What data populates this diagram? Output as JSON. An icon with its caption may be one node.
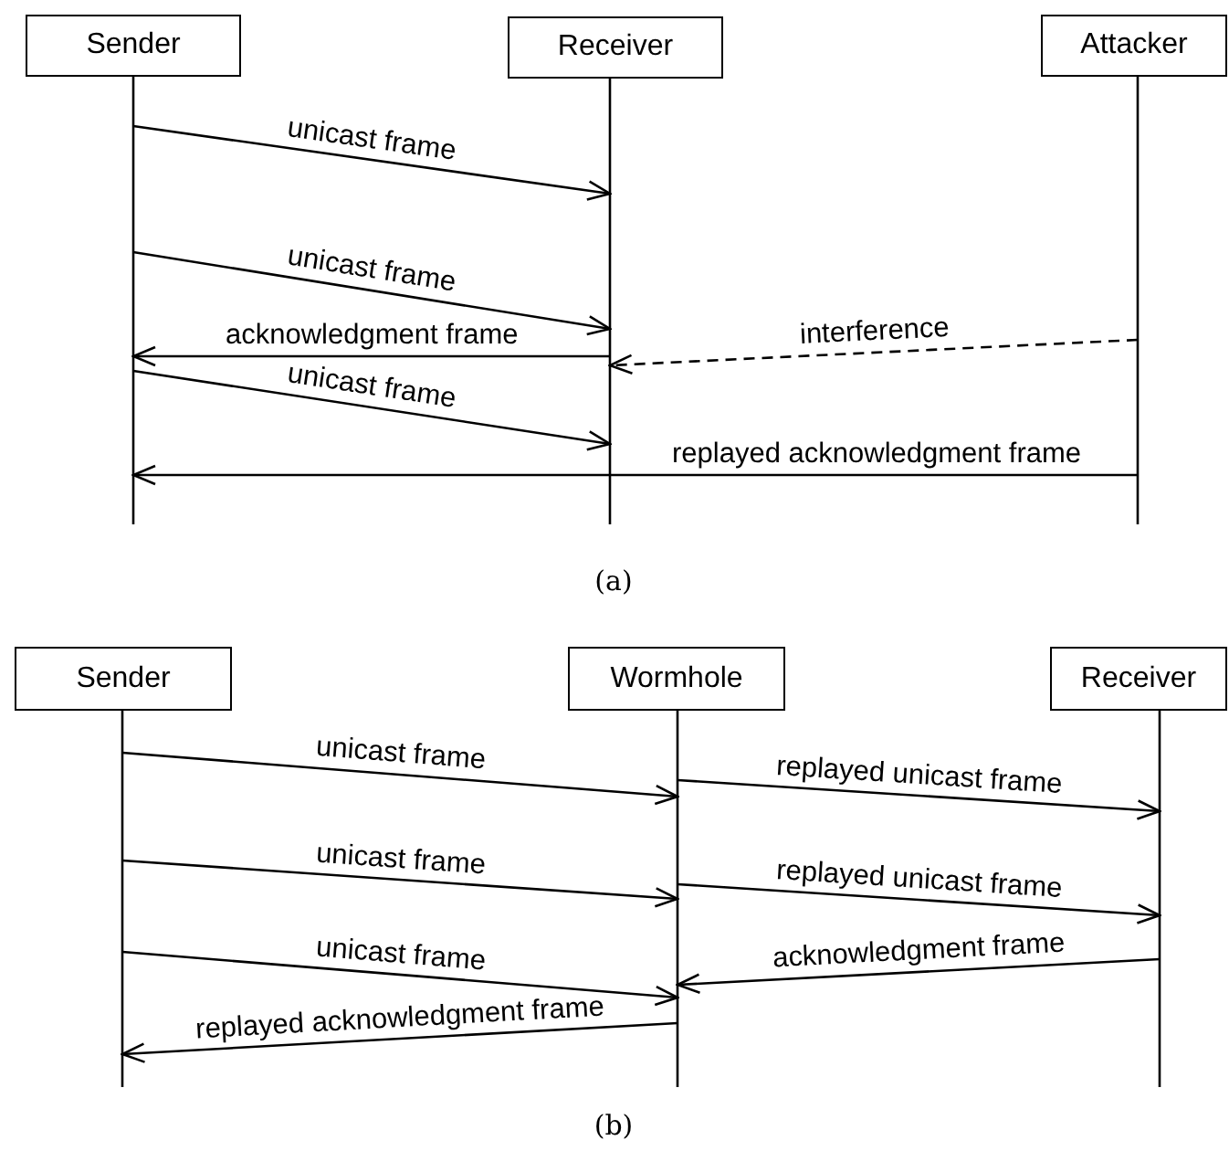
{
  "diagram": {
    "nodes": [
      {
        "text": [
          "Sender"
        ]
      },
      {
        "text": [
          "Receiver"
        ]
      },
      {
        "text": [
          "Attacker"
        ]
      },
      {
        "text": [
          "Sender"
        ]
      },
      {
        "text": [
          "Wormhole"
        ]
      },
      {
        "text": [
          "Receiver"
        ]
      }
    ],
    "edges": [
      {
        "from": 0,
        "to": 1,
        "arrow": "to",
        "label": "unicast frame"
      },
      {
        "from": 0,
        "to": 1,
        "arrow": "to",
        "label": "unicast frame"
      },
      {
        "from": 1,
        "to": 0,
        "arrow": "to",
        "label": "acknowledgment frame"
      },
      {
        "from": 2,
        "to": 1,
        "arrow": "to",
        "label": "interference",
        "style": "dashed"
      },
      {
        "from": 0,
        "to": 1,
        "arrow": "to",
        "label": "unicast frame"
      },
      {
        "from": 2,
        "to": 0,
        "arrow": "to",
        "label": "replayed acknowledgment frame"
      },
      {
        "from": 3,
        "to": 4,
        "arrow": "to",
        "label": "unicast frame"
      },
      {
        "from": 4,
        "to": 5,
        "arrow": "to",
        "label": "replayed unicast frame"
      },
      {
        "from": 3,
        "to": 4,
        "arrow": "to",
        "label": "unicast frame"
      },
      {
        "from": 4,
        "to": 5,
        "arrow": "to",
        "label": "replayed unicast frame"
      },
      {
        "from": 3,
        "to": 4,
        "arrow": "to",
        "label": "unicast frame"
      },
      {
        "from": 5,
        "to": 4,
        "arrow": "to",
        "label": "acknowledgment frame"
      },
      {
        "from": 4,
        "to": 3,
        "arrow": "to",
        "label": "replayed acknowledgment frame"
      }
    ],
    "labels": [
      "(a)",
      "(b)"
    ]
  }
}
